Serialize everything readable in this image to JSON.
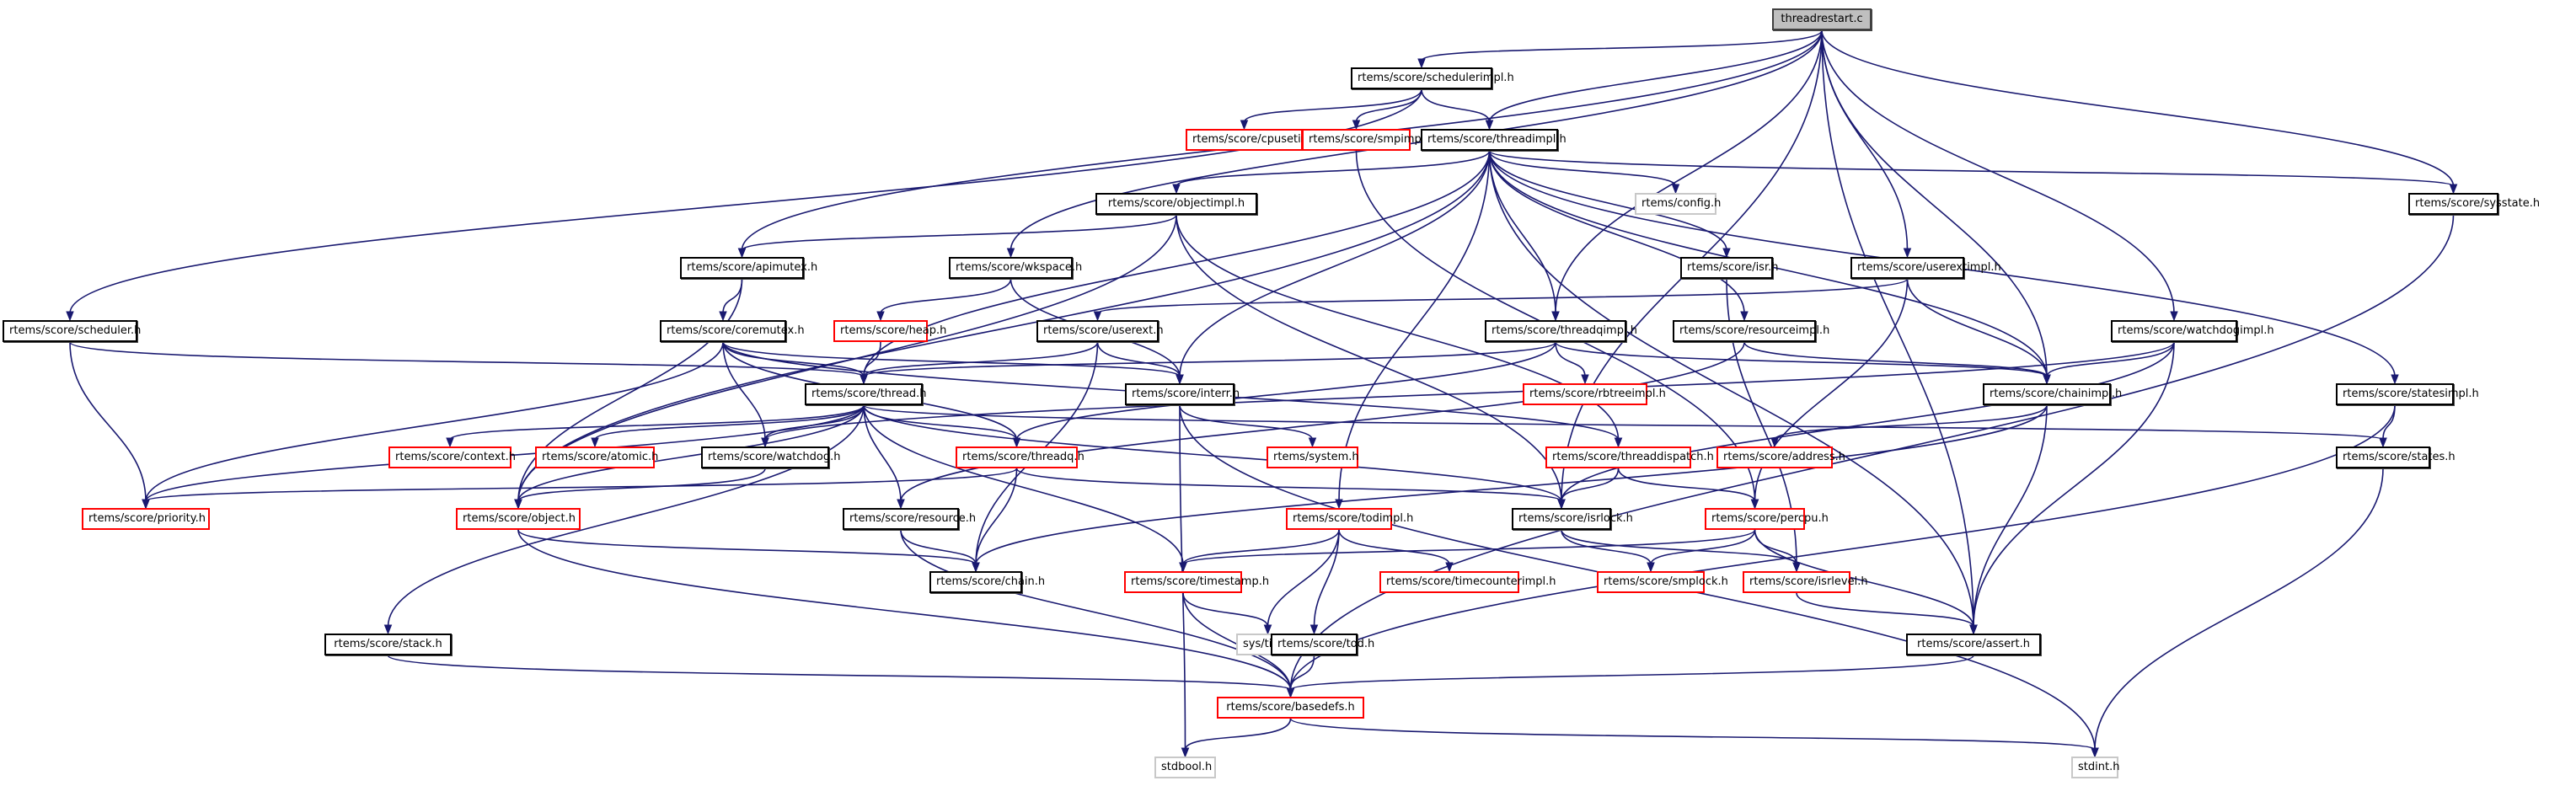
{
  "graph": {
    "title": "threadrestart.c",
    "colors": {
      "edge": "#191970",
      "missing_border": "#ff0000",
      "system_border": "#c8c8c8",
      "root_fill": "#bfbfbf"
    },
    "nodes": [
      {
        "id": "root",
        "label": "threadrestart.c",
        "kind": "root"
      },
      {
        "id": "schedulerimpl",
        "label": "rtems/score/schedulerimpl.h",
        "kind": "normal"
      },
      {
        "id": "cpusetimpl",
        "label": "rtems/score/cpusetimpl.h",
        "kind": "missing"
      },
      {
        "id": "smpimpl",
        "label": "rtems/score/smpimpl.h",
        "kind": "missing"
      },
      {
        "id": "threadimpl",
        "label": "rtems/score/threadimpl.h",
        "kind": "normal"
      },
      {
        "id": "objectimpl",
        "label": "rtems/score/objectimpl.h",
        "kind": "normal"
      },
      {
        "id": "config",
        "label": "rtems/config.h",
        "kind": "system"
      },
      {
        "id": "sysstate",
        "label": "rtems/score/sysstate.h",
        "kind": "normal"
      },
      {
        "id": "apimutex",
        "label": "rtems/score/apimutex.h",
        "kind": "normal"
      },
      {
        "id": "wkspace",
        "label": "rtems/score/wkspace.h",
        "kind": "normal"
      },
      {
        "id": "isr",
        "label": "rtems/score/isr.h",
        "kind": "normal"
      },
      {
        "id": "userextimpl",
        "label": "rtems/score/userextimpl.h",
        "kind": "normal"
      },
      {
        "id": "scheduler",
        "label": "rtems/score/scheduler.h",
        "kind": "normal"
      },
      {
        "id": "coremutex",
        "label": "rtems/score/coremutex.h",
        "kind": "normal"
      },
      {
        "id": "heap",
        "label": "rtems/score/heap.h",
        "kind": "missing"
      },
      {
        "id": "userext",
        "label": "rtems/score/userext.h",
        "kind": "normal"
      },
      {
        "id": "threadqimpl",
        "label": "rtems/score/threadqimpl.h",
        "kind": "normal"
      },
      {
        "id": "resourceimpl",
        "label": "rtems/score/resourceimpl.h",
        "kind": "normal"
      },
      {
        "id": "watchdogimpl",
        "label": "rtems/score/watchdogimpl.h",
        "kind": "normal"
      },
      {
        "id": "thread",
        "label": "rtems/score/thread.h",
        "kind": "normal"
      },
      {
        "id": "interr",
        "label": "rtems/score/interr.h",
        "kind": "normal"
      },
      {
        "id": "rbtreeimpl",
        "label": "rtems/score/rbtreeimpl.h",
        "kind": "missing"
      },
      {
        "id": "chainimpl",
        "label": "rtems/score/chainimpl.h",
        "kind": "normal"
      },
      {
        "id": "statesimpl",
        "label": "rtems/score/statesimpl.h",
        "kind": "normal"
      },
      {
        "id": "context",
        "label": "rtems/score/context.h",
        "kind": "missing"
      },
      {
        "id": "atomic",
        "label": "rtems/score/atomic.h",
        "kind": "missing"
      },
      {
        "id": "watchdog",
        "label": "rtems/score/watchdog.h",
        "kind": "normal"
      },
      {
        "id": "threadq",
        "label": "rtems/score/threadq.h",
        "kind": "missing"
      },
      {
        "id": "system",
        "label": "rtems/system.h",
        "kind": "missing"
      },
      {
        "id": "threaddispatch",
        "label": "rtems/score/threaddispatch.h",
        "kind": "missing"
      },
      {
        "id": "address",
        "label": "rtems/score/address.h",
        "kind": "missing"
      },
      {
        "id": "states",
        "label": "rtems/score/states.h",
        "kind": "normal"
      },
      {
        "id": "priority",
        "label": "rtems/score/priority.h",
        "kind": "missing"
      },
      {
        "id": "object",
        "label": "rtems/score/object.h",
        "kind": "missing"
      },
      {
        "id": "resource",
        "label": "rtems/score/resource.h",
        "kind": "normal"
      },
      {
        "id": "todimpl",
        "label": "rtems/score/todimpl.h",
        "kind": "missing"
      },
      {
        "id": "isrlock",
        "label": "rtems/score/isrlock.h",
        "kind": "normal"
      },
      {
        "id": "percpu",
        "label": "rtems/score/percpu.h",
        "kind": "missing"
      },
      {
        "id": "chain",
        "label": "rtems/score/chain.h",
        "kind": "normal"
      },
      {
        "id": "timestamp",
        "label": "rtems/score/timestamp.h",
        "kind": "missing"
      },
      {
        "id": "timecounterimpl",
        "label": "rtems/score/timecounterimpl.h",
        "kind": "missing"
      },
      {
        "id": "smplock",
        "label": "rtems/score/smplock.h",
        "kind": "missing"
      },
      {
        "id": "isrlevel",
        "label": "rtems/score/isrlevel.h",
        "kind": "missing"
      },
      {
        "id": "stack",
        "label": "rtems/score/stack.h",
        "kind": "normal"
      },
      {
        "id": "systime",
        "label": "sys/time.h",
        "kind": "system"
      },
      {
        "id": "tod",
        "label": "rtems/score/tod.h",
        "kind": "normal"
      },
      {
        "id": "assert",
        "label": "rtems/score/assert.h",
        "kind": "normal"
      },
      {
        "id": "basedefs",
        "label": "rtems/score/basedefs.h",
        "kind": "missing"
      },
      {
        "id": "stdbool",
        "label": "stdbool.h",
        "kind": "system"
      },
      {
        "id": "stdint",
        "label": "stdint.h",
        "kind": "system"
      }
    ],
    "edges": [
      [
        "root",
        "schedulerimpl"
      ],
      [
        "root",
        "threadimpl"
      ],
      [
        "root",
        "apimutex"
      ],
      [
        "root",
        "wkspace"
      ],
      [
        "root",
        "userextimpl"
      ],
      [
        "root",
        "sysstate"
      ],
      [
        "root",
        "watchdogimpl"
      ],
      [
        "root",
        "threadqimpl"
      ],
      [
        "root",
        "chainimpl"
      ],
      [
        "root",
        "isrlock"
      ],
      [
        "root",
        "assert"
      ],
      [
        "schedulerimpl",
        "cpusetimpl"
      ],
      [
        "schedulerimpl",
        "smpimpl"
      ],
      [
        "schedulerimpl",
        "threadimpl"
      ],
      [
        "schedulerimpl",
        "scheduler"
      ],
      [
        "smpimpl",
        "percpu"
      ],
      [
        "threadimpl",
        "objectimpl"
      ],
      [
        "threadimpl",
        "config"
      ],
      [
        "threadimpl",
        "sysstate"
      ],
      [
        "threadimpl",
        "isr"
      ],
      [
        "threadimpl",
        "threadqimpl"
      ],
      [
        "threadimpl",
        "resourceimpl"
      ],
      [
        "threadimpl",
        "statesimpl"
      ],
      [
        "threadimpl",
        "chainimpl"
      ],
      [
        "threadimpl",
        "thread"
      ],
      [
        "threadimpl",
        "interr"
      ],
      [
        "threadimpl",
        "todimpl"
      ],
      [
        "threadimpl",
        "assert"
      ],
      [
        "threadimpl",
        "object"
      ],
      [
        "objectimpl",
        "apimutex"
      ],
      [
        "objectimpl",
        "object"
      ],
      [
        "objectimpl",
        "threaddispatch"
      ],
      [
        "objectimpl",
        "isrlock"
      ],
      [
        "apimutex",
        "coremutex"
      ],
      [
        "apimutex",
        "object"
      ],
      [
        "wkspace",
        "heap"
      ],
      [
        "wkspace",
        "interr"
      ],
      [
        "isr",
        "isrlevel"
      ],
      [
        "userextimpl",
        "userext"
      ],
      [
        "userextimpl",
        "chainimpl"
      ],
      [
        "userextimpl",
        "percpu"
      ],
      [
        "scheduler",
        "thread"
      ],
      [
        "scheduler",
        "priority"
      ],
      [
        "coremutex",
        "thread"
      ],
      [
        "coremutex",
        "threadq"
      ],
      [
        "coremutex",
        "watchdog"
      ],
      [
        "coremutex",
        "interr"
      ],
      [
        "coremutex",
        "priority"
      ],
      [
        "coremutex",
        "threaddispatch"
      ],
      [
        "heap",
        "thread"
      ],
      [
        "userext",
        "thread"
      ],
      [
        "userext",
        "interr"
      ],
      [
        "userext",
        "chain"
      ],
      [
        "threadqimpl",
        "thread"
      ],
      [
        "threadqimpl",
        "rbtreeimpl"
      ],
      [
        "threadqimpl",
        "chainimpl"
      ],
      [
        "threadqimpl",
        "threadq"
      ],
      [
        "resourceimpl",
        "chainimpl"
      ],
      [
        "resourceimpl",
        "resource"
      ],
      [
        "watchdogimpl",
        "chainimpl"
      ],
      [
        "watchdogimpl",
        "watchdog"
      ],
      [
        "watchdogimpl",
        "isrlock"
      ],
      [
        "watchdogimpl",
        "assert"
      ],
      [
        "thread",
        "context"
      ],
      [
        "thread",
        "atomic"
      ],
      [
        "thread",
        "watchdog"
      ],
      [
        "thread",
        "threadq"
      ],
      [
        "thread",
        "object"
      ],
      [
        "thread",
        "priority"
      ],
      [
        "thread",
        "resource"
      ],
      [
        "thread",
        "stack"
      ],
      [
        "thread",
        "timestamp"
      ],
      [
        "thread",
        "isrlock"
      ],
      [
        "thread",
        "states"
      ],
      [
        "interr",
        "system"
      ],
      [
        "interr",
        "stdbool"
      ],
      [
        "interr",
        "stdint"
      ],
      [
        "chainimpl",
        "address"
      ],
      [
        "chainimpl",
        "chain"
      ],
      [
        "chainimpl",
        "assert"
      ],
      [
        "statesimpl",
        "states"
      ],
      [
        "statesimpl",
        "basedefs"
      ],
      [
        "watchdog",
        "object"
      ],
      [
        "threadq",
        "priority"
      ],
      [
        "threadq",
        "chain"
      ],
      [
        "threadq",
        "isrlock"
      ],
      [
        "threaddispatch",
        "percpu"
      ],
      [
        "threaddispatch",
        "isrlock"
      ],
      [
        "states",
        "stdint"
      ],
      [
        "object",
        "chain"
      ],
      [
        "object",
        "basedefs"
      ],
      [
        "resource",
        "chain"
      ],
      [
        "resource",
        "basedefs"
      ],
      [
        "todimpl",
        "timestamp"
      ],
      [
        "todimpl",
        "timecounterimpl"
      ],
      [
        "todimpl",
        "systime"
      ],
      [
        "todimpl",
        "tod"
      ],
      [
        "isrlock",
        "smplock"
      ],
      [
        "isrlock",
        "isrlevel"
      ],
      [
        "percpu",
        "smplock"
      ],
      [
        "percpu",
        "isrlevel"
      ],
      [
        "percpu",
        "timestamp"
      ],
      [
        "percpu",
        "assert"
      ],
      [
        "timestamp",
        "systime"
      ],
      [
        "timestamp",
        "basedefs"
      ],
      [
        "isrlevel",
        "assert"
      ],
      [
        "stack",
        "basedefs"
      ],
      [
        "tod",
        "basedefs"
      ],
      [
        "assert",
        "basedefs"
      ],
      [
        "sysstate",
        "basedefs"
      ],
      [
        "basedefs",
        "stdbool"
      ],
      [
        "basedefs",
        "stdint"
      ]
    ]
  }
}
